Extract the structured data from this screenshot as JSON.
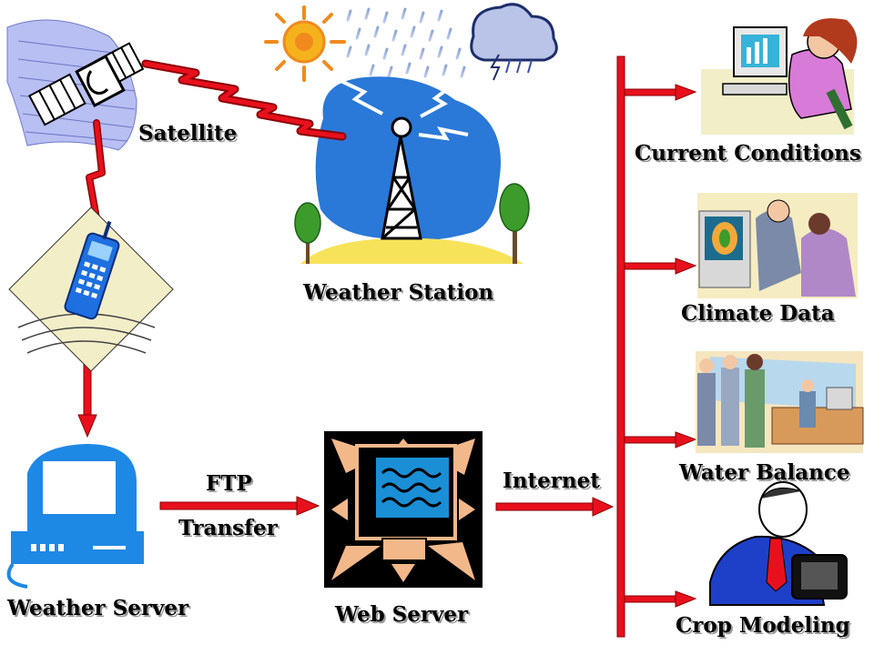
{
  "colors": {
    "arrow_red": "#e8101c",
    "arrow_dark": "#8a0006",
    "label_shadow": "#9a9a9a",
    "station_blue": "#2a78d8",
    "server_blue": "#1e88e5",
    "sun_orange": "#f08a1e",
    "sand_yellow": "#f7e35a",
    "tree_green": "#3c9b2b"
  },
  "icons": {
    "satellite": "satellite-icon",
    "weather_station": "radio-tower-icon",
    "cell_phone": "cell-phone-icon",
    "weather_server": "desktop-computer-icon",
    "web_server": "web-server-monitor-icon",
    "current_conditions": "woman-at-computer-icon",
    "climate_data": "people-viewing-climate-map-icon",
    "water_balance": "office-meeting-icon",
    "crop_modeling": "man-at-computer-icon"
  },
  "labels": {
    "satellite": "Satellite",
    "weather_station": "Weather Station",
    "weather_server": "Weather Server",
    "ftp": "FTP",
    "transfer": "Transfer",
    "web_server": "Web Server",
    "internet": "Internet",
    "current_conditions": "Current Conditions",
    "climate_data": "Climate Data",
    "water_balance": "Water Balance",
    "crop_modeling": "Crop Modeling"
  }
}
